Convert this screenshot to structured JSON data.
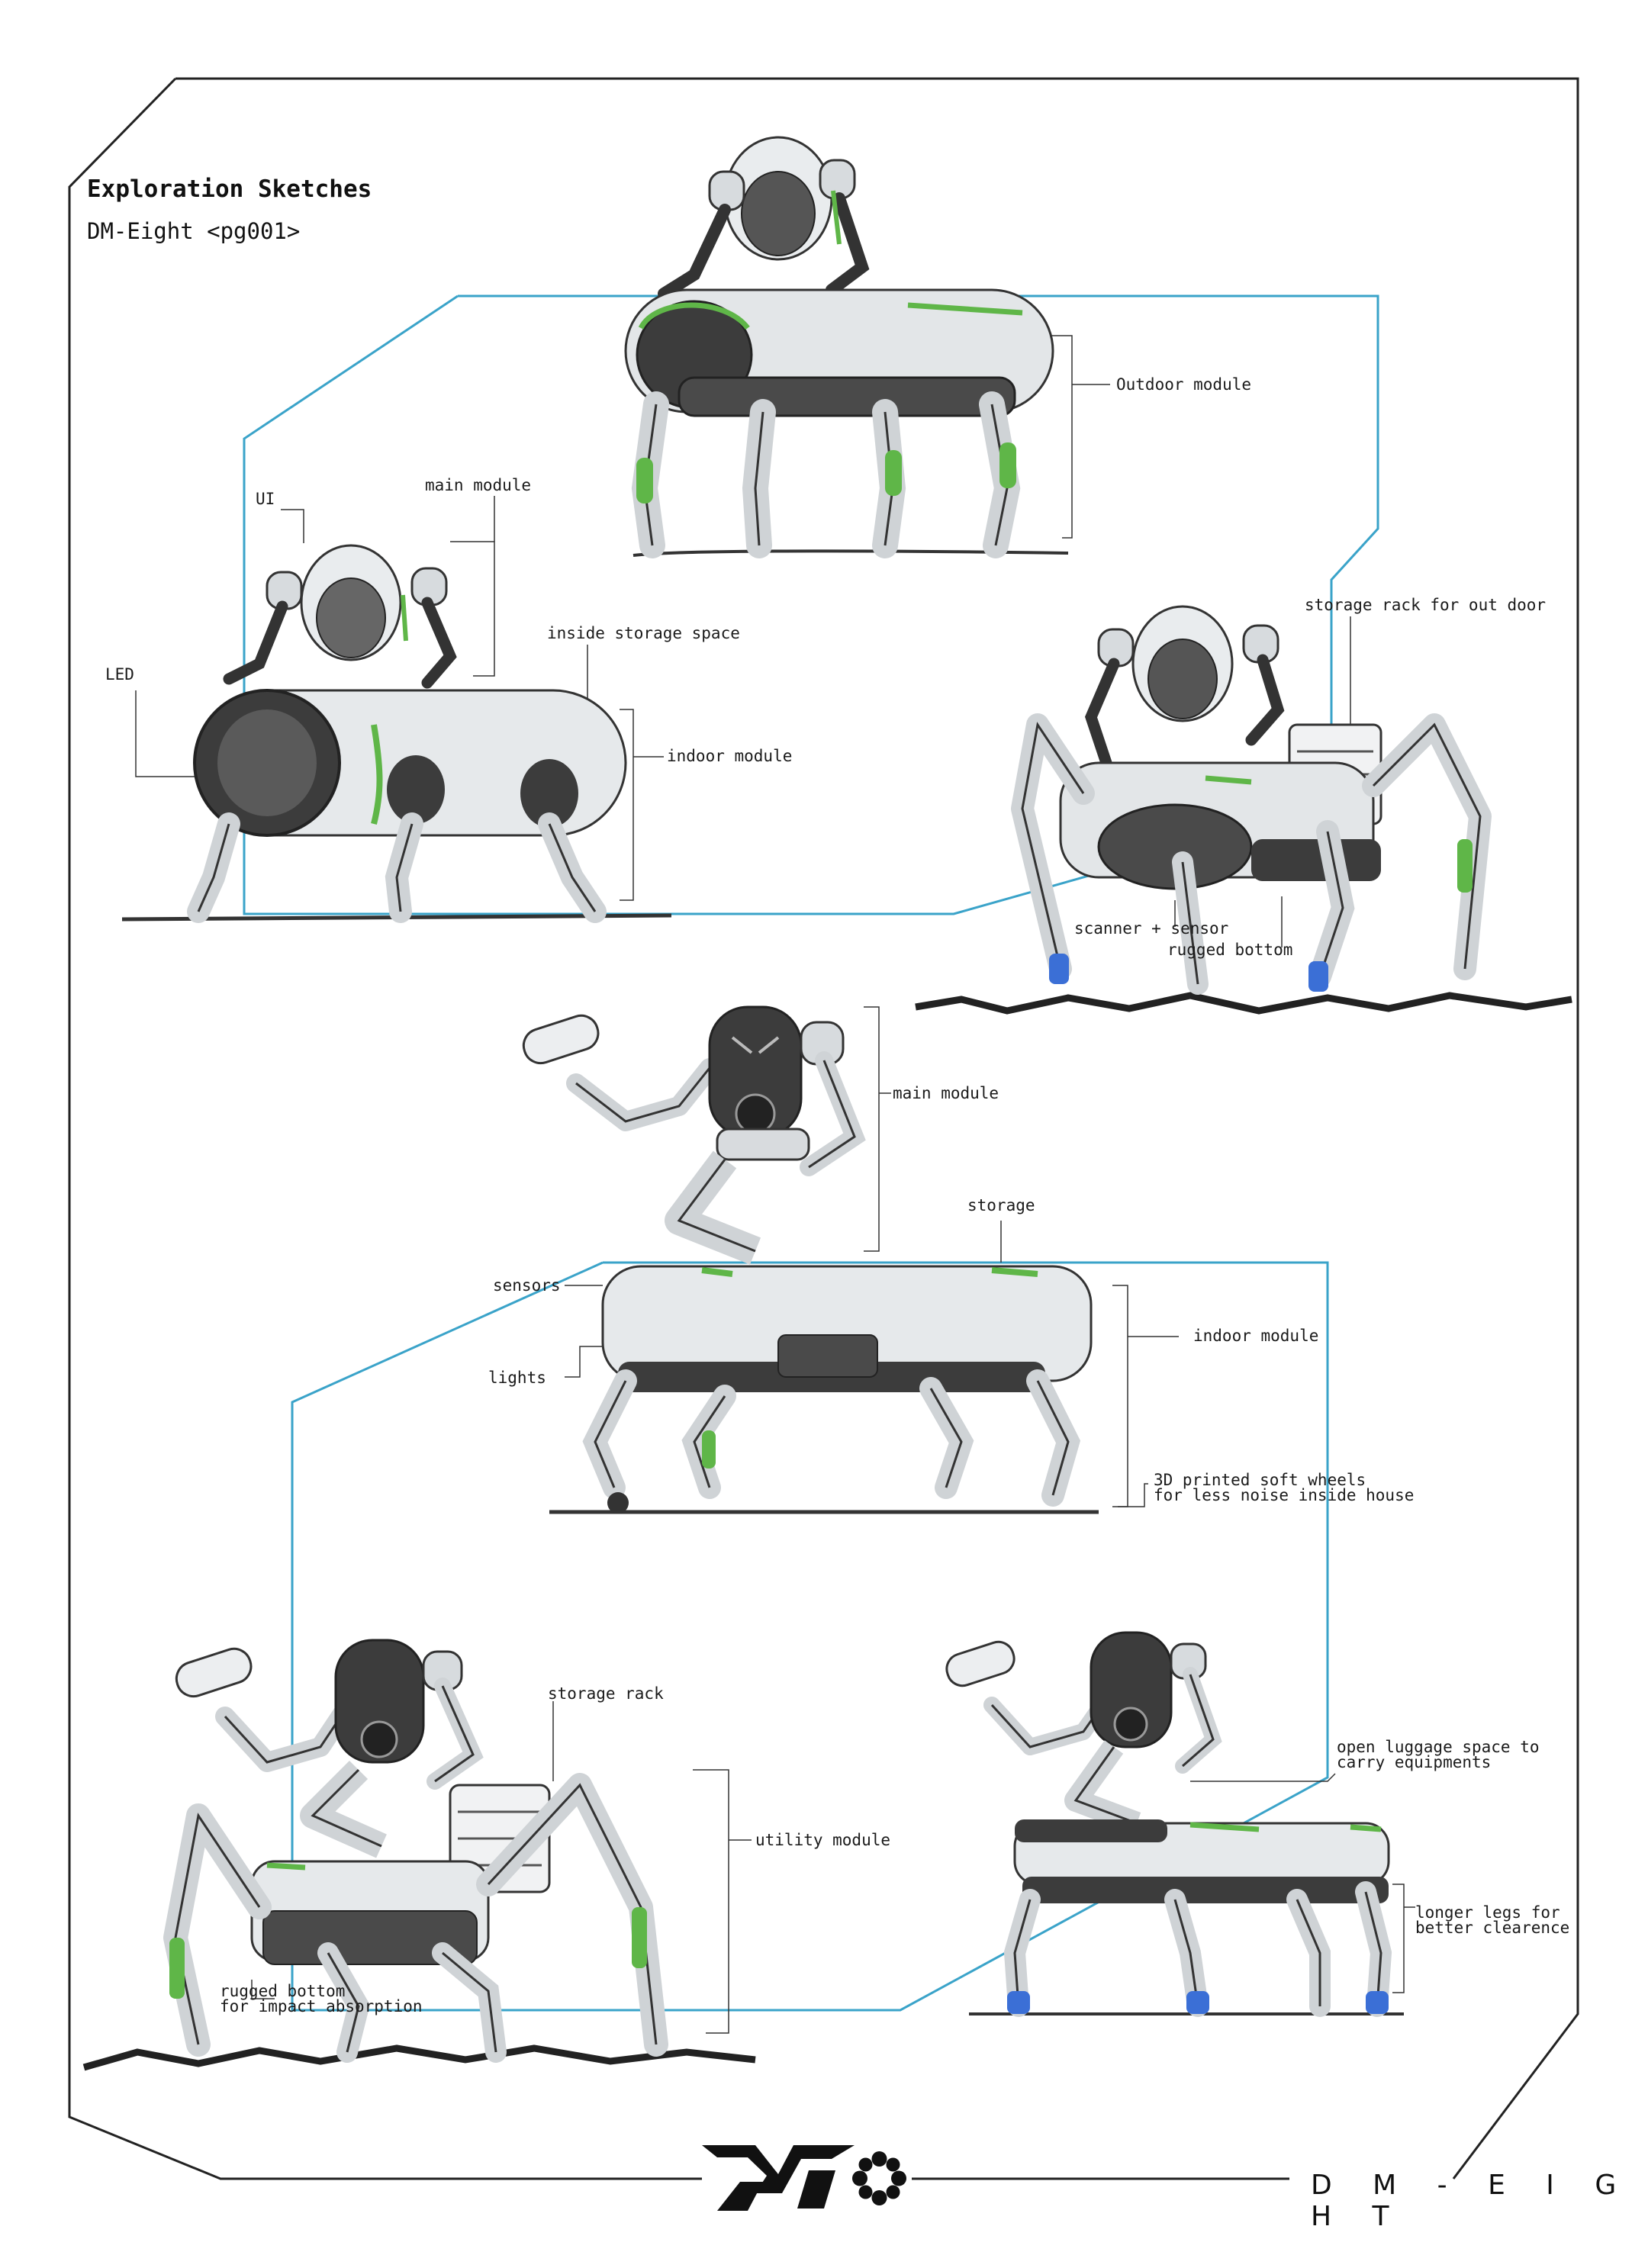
{
  "header": {
    "title": "Exploration Sketches",
    "subtitle": "DM-Eight <pg001>"
  },
  "footer": {
    "brand": "D M - E I G H T"
  },
  "colors": {
    "frame": "#222222",
    "connector": "#3aa3c9",
    "accent_green": "#5fb648",
    "body_grey": "#cfd3d6",
    "dark_grey": "#3c3c3c",
    "leg_blue": "#3b6fd6"
  },
  "icons": [
    "dm-logo-icon",
    "gear-flower-icon"
  ],
  "sketches": [
    {
      "id": "outdoor-top",
      "labels": {
        "outdoor_module": "Outdoor module"
      }
    },
    {
      "id": "indoor-left",
      "labels": {
        "ui": "UI",
        "main_module": "main module",
        "inside_storage": "inside storage space",
        "led": "LED",
        "indoor_module": "indoor module"
      }
    },
    {
      "id": "outdoor-right",
      "labels": {
        "storage_rack": "storage rack for out door",
        "scanner": "scanner + sensor",
        "rugged_bottom": "rugged bottom"
      }
    },
    {
      "id": "indoor-center",
      "labels": {
        "main_module": "main module",
        "storage": "storage",
        "sensors": "sensors",
        "lights": "lights",
        "indoor_module": "indoor module",
        "wheels": "3D printed soft wheels\nfor less noise inside house"
      }
    },
    {
      "id": "utility-left",
      "labels": {
        "storage_rack": "storage rack",
        "utility_module": "utility module",
        "rugged_bottom": "rugged bottom\nfor impact absorption"
      }
    },
    {
      "id": "luggage-right",
      "labels": {
        "open_luggage": "open luggage space to\ncarry equipments",
        "longer_legs": "longer legs for\nbetter clearence"
      }
    }
  ]
}
